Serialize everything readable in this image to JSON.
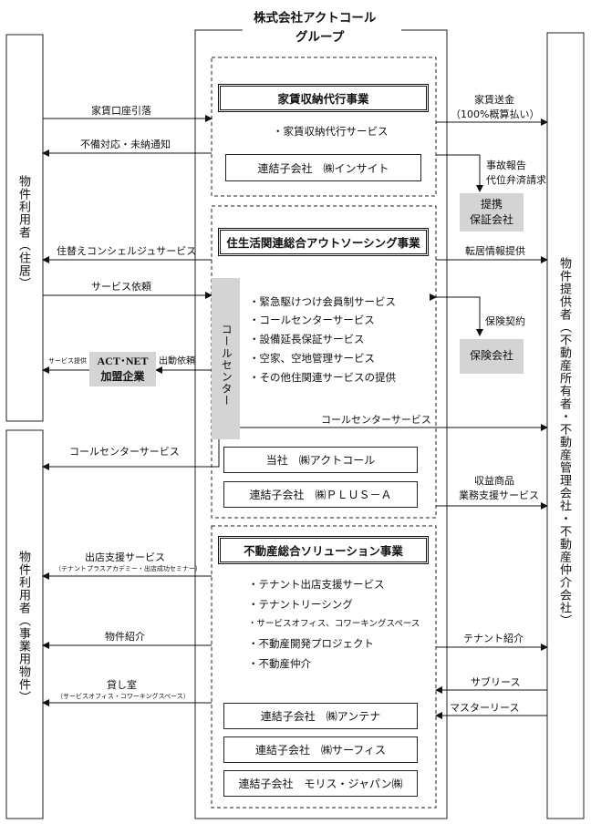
{
  "company": {
    "line1": "株式会社アクトコール",
    "line2": "グループ"
  },
  "left_top_party": "物件利用者（住居）",
  "left_bottom_party": "物件利用者（事業用物件）",
  "right_party": "物件提供者（不動産所有者・不動産管理会社・不動産仲介会社）",
  "sections": {
    "rent": {
      "title": "家賃収納代行事業",
      "bullets": [
        "・家賃収納代行サービス"
      ],
      "subsidiaries": [
        "連結子会社　㈱インサイト"
      ]
    },
    "living": {
      "title": "住生活関連総合アウトソーシング事業",
      "call_center": "コールセンター",
      "bullets": [
        "・緊急駆けつけ会員制サービス",
        "・コールセンターサービス",
        "・設備延長保証サービス",
        "・空家、空地管理サービス",
        "・その他住関連サービスの提供"
      ],
      "subsidiaries": [
        "当社　㈱アクトコール",
        "連結子会社　㈱ＰＬＵＳ－Ａ"
      ]
    },
    "realestate": {
      "title": "不動産総合ソリューション事業",
      "bullets": [
        "・テナント出店支援サービス",
        "・テナントリーシング",
        "・サービスオフィス、コワーキングスペース",
        "・不動産開発プロジェクト",
        "・不動産仲介"
      ],
      "subsidiaries": [
        "連結子会社　㈱アンテナ",
        "連結子会社　㈱サーフィス",
        "連結子会社　モリス・ジャパン㈱"
      ]
    }
  },
  "partners": {
    "guarantee": "提携\n保証会社",
    "guarantee_l1": "提携",
    "guarantee_l2": "保証会社",
    "insurance": "保険会社",
    "actnet_l1": "ACT･NET",
    "actnet_l2": "加盟企業"
  },
  "flows": {
    "rent_debit": "家賃口座引落",
    "defect_notice": "不備対応・未納通知",
    "rent_remit_l1": "家賃送金",
    "rent_remit_l2": "（100%概算払い）",
    "accident_l1": "事故報告",
    "accident_l2": "代位弁済請求",
    "concierge": "住替えコンシェルジュサービス",
    "relocation_info": "転居情報提供",
    "service_request": "サービス依頼",
    "insurance_contract": "保険契約",
    "service_provide": "サービス提供",
    "dispatch_request": "出動依頼",
    "call_center_service_right": "コールセンターサービス",
    "call_center_service_left": "コールセンターサービス",
    "profit_l1": "収益商品",
    "profit_l2": "業務支援サービス",
    "store_support": "出店支援サービス",
    "store_support_sub": "（テナントプラスアカデミー・出店成功セミナー）",
    "property_intro": "物件紹介",
    "tenant_intro": "テナント紹介",
    "rental_room": "貸し室",
    "rental_room_sub": "（サービスオフィス・コワーキングスペース）",
    "sublease": "サブリース",
    "master_lease": "マスターリース"
  }
}
